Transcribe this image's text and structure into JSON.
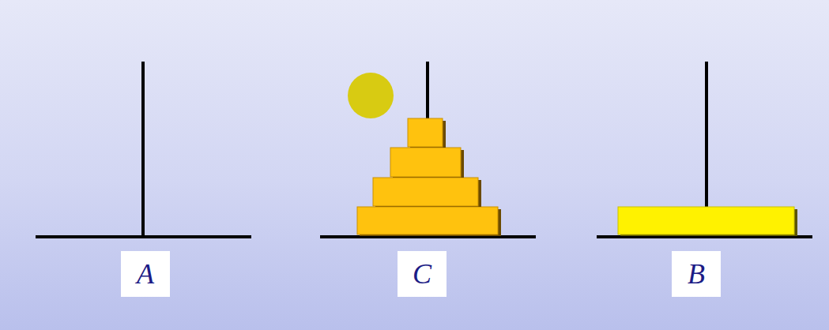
{
  "diagram": {
    "nodes": [
      {
        "text": [
          "A"
        ]
      },
      {
        "text": [
          "C"
        ]
      },
      {
        "text": [
          "B"
        ]
      }
    ]
  }
}
